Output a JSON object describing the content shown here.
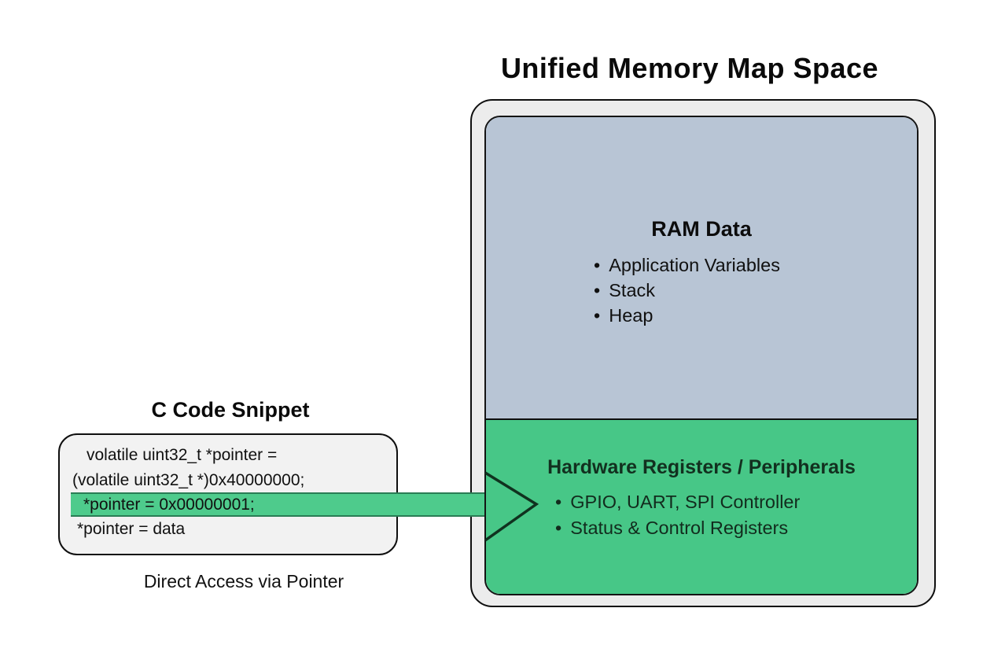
{
  "glyphs": {
    "bullet": "•"
  },
  "diagram": {
    "title": "Unified Memory Map Space",
    "memory_map": {
      "ram": {
        "title": "RAM Data",
        "items": [
          "Application Variables",
          "Stack",
          "Heap"
        ]
      },
      "hardware": {
        "title": "Hardware Registers / Peripherals",
        "items": [
          "GPIO, UART, SPI Controller",
          "Status & Control Registers"
        ]
      }
    },
    "code": {
      "title": "C Code Snippet",
      "lines": [
        "volatile uint32_t *pointer =",
        "(volatile uint32_t *)0x40000000;",
        "*pointer = 0x00000001;",
        "*pointer = data"
      ],
      "highlighted_line_index": 2,
      "caption": "Direct Access via Pointer"
    },
    "colors": {
      "ram_bg": "#b8c5d5",
      "hardware_bg": "#47c787",
      "highlight_green": "#4ecb8c",
      "frame_bg": "#ececec",
      "code_box_bg": "#f2f2f2",
      "border": "#0f0f0f",
      "hardware_text": "#12301f"
    }
  }
}
